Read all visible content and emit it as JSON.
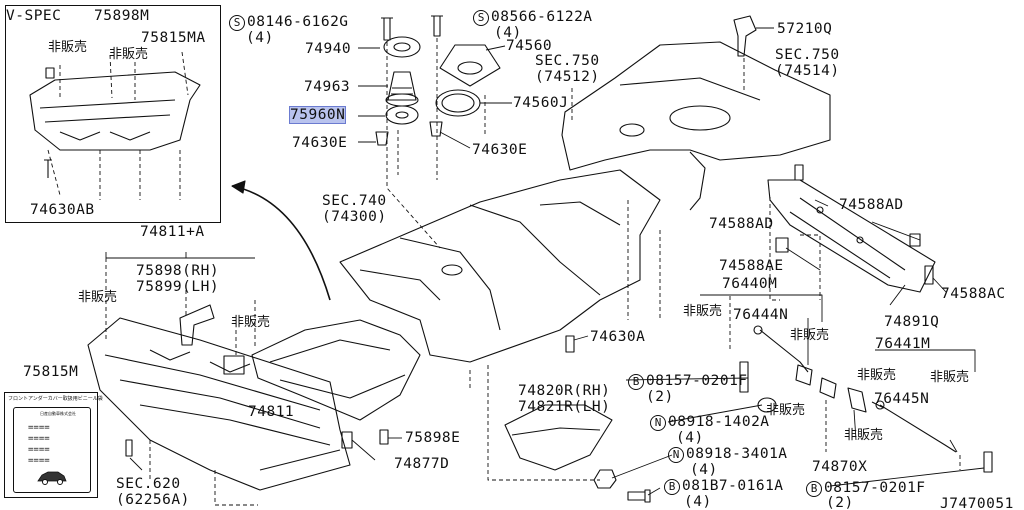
{
  "diagram": {
    "vspec_box": {
      "title": "V-SPEC",
      "part_top": "75898M",
      "part_right": "75815MA",
      "part_bottom": "74630AB",
      "jp_left": "非販売",
      "jp_right": "非販売"
    },
    "sticker_box": {
      "title": "フロントアンダーカバー取扱用ビニール袋",
      "subtitle": "日産自動車株式会社",
      "lines": [
        "====",
        "====",
        "====",
        "===="
      ]
    },
    "labels": {
      "s_08146": "08146-6162G",
      "s_08146_qty": "(4)",
      "p74940": "74940",
      "p74963": "74963",
      "p75960N": "75960N",
      "p74630E_l": "74630E",
      "s_08566": "08566-6122A",
      "s_08566_qty": "(4)",
      "p74560": "74560",
      "p74560J": "74560J",
      "p74630E_r": "74630E",
      "p57210Q": "57210Q",
      "sec750a": "SEC.750",
      "sec750a_sub": "(74512)",
      "sec750b": "SEC.750",
      "sec750b_sub": "(74514)",
      "sec740": "SEC.740",
      "sec740_sub": "(74300)",
      "p74588AD_l": "74588AD",
      "p74588AD_r": "74588AD",
      "p74588AE": "74588AE",
      "p74588AC": "74588AC",
      "p76440M": "76440M",
      "p76444N": "76444N",
      "p74891Q": "74891Q",
      "p76441M": "76441M",
      "p76445N": "76445N",
      "p74630A": "74630A",
      "p74811A": "74811+A",
      "p75898": "75898(RH)",
      "p75899": "75899(LH)",
      "p75815M": "75815M",
      "p74811": "74811",
      "p75898E": "75898E",
      "p74877D": "74877D",
      "sec620": "SEC.620",
      "sec620_sub": "(62256A)",
      "p74820R": "74820R(RH)",
      "p74821R": "74821R(LH)",
      "b_08157a": "08157-0201F",
      "b_08157a_qty": "(2)",
      "n_08918a": "08918-1402A",
      "n_08918a_qty": "(4)",
      "n_08918b": "08918-3401A",
      "n_08918b_qty": "(4)",
      "b_081B7": "081B7-0161A",
      "b_081B7_qty": "(4)",
      "b_08157b": "08157-0201F",
      "b_08157b_qty": "(2)",
      "p74870X": "74870X",
      "ref": "J7470051"
    },
    "symbols": {
      "S": "S",
      "B": "B",
      "N": "N"
    },
    "jp_not_sold": "非販売",
    "highlight_color": "#b9c3ee"
  }
}
